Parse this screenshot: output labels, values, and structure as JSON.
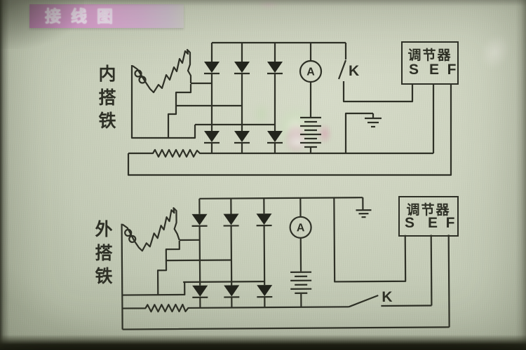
{
  "banner": {
    "title": "接线图",
    "bg_color": "#cf97c5",
    "text_color": "#eadcec"
  },
  "diagrams": {
    "top": {
      "label": "内搭铁",
      "ammeter_label": "A",
      "switch_label": "K",
      "regulator_title": "调节器",
      "terminals": [
        "S",
        "E",
        "F"
      ]
    },
    "bottom": {
      "label": "外搭铁",
      "ammeter_label": "A",
      "switch_label": "K",
      "regulator_title": "调节器",
      "terminals": [
        "S",
        "E",
        "F"
      ]
    }
  },
  "colors": {
    "ink": "#2e3026",
    "paper": "#c9d0bb",
    "banner_pink": "#cf97c5",
    "photo_bottom_strip": "#0d0e07"
  }
}
